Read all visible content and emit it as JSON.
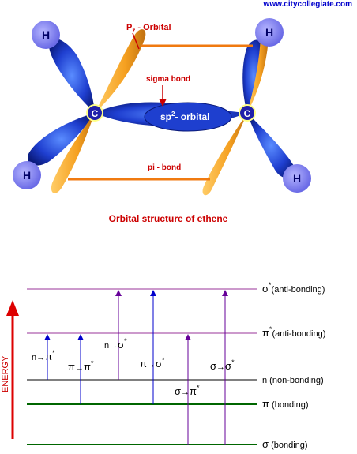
{
  "watermark": "www.citycollegiate.com",
  "orbital": {
    "pz_label_main": "P",
    "pz_label_sub": "z",
    "pz_label_rest": " - Orbital",
    "sigma_bond_label": "sigma bond",
    "sp2_label_main": "sp",
    "sp2_label_sup": "2",
    "sp2_label_rest": "- orbital",
    "pi_bond_label": "pi - bond",
    "carbon_label": "C",
    "hydrogen_label": "H",
    "caption": "Orbital structure of ethene"
  },
  "energy_diagram": {
    "axis_label": "ENERGY",
    "levels": [
      {
        "symbol": "σ",
        "sup": "*",
        "desc": "(anti-bonding)"
      },
      {
        "symbol": "π",
        "sup": "*",
        "desc": "(anti-bonding)"
      },
      {
        "symbol": "n",
        "sup": "",
        "desc": " (non-bonding)"
      },
      {
        "symbol": "π",
        "sup": "",
        "desc": " (bonding)"
      },
      {
        "symbol": "σ",
        "sup": "",
        "desc": " (bonding)"
      }
    ],
    "transitions": [
      {
        "from": "n",
        "arrow": "→",
        "to": "π",
        "sup": "*"
      },
      {
        "from": "π",
        "arrow": "→",
        "to": "π",
        "sup": "*"
      },
      {
        "from": "n",
        "arrow": "→",
        "to": "σ",
        "sup": "*"
      },
      {
        "from": "π",
        "arrow": "→",
        "to": "σ",
        "sup": "*"
      },
      {
        "from": "σ",
        "arrow": "→",
        "to": "π",
        "sup": "*"
      },
      {
        "from": "σ",
        "arrow": "→",
        "to": "σ",
        "sup": "*"
      }
    ],
    "colors": {
      "antibonding_line": "#993399",
      "nonbonding_line": "#000000",
      "bonding_line": "#006600",
      "blue_arrow": "#0000cc",
      "purple_arrow": "#660099",
      "energy_axis": "#dd0000"
    }
  },
  "colors": {
    "lobe_blue": "#1a3acc",
    "lobe_orange": "#f5a020",
    "atom_circle": "#7777ee",
    "carbon_circle": "#2020aa",
    "label_red": "#cc0000"
  }
}
